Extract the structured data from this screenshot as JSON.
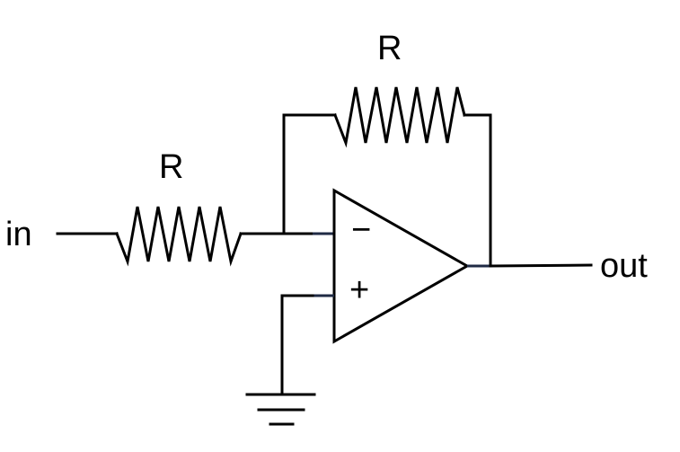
{
  "diagram": {
    "input_label": "in",
    "output_label": "out",
    "input_resistor_label": "R",
    "feedback_resistor_label": "R",
    "inverting_sign": "−",
    "noninverting_sign": "+",
    "lead_color": "#1f2a44",
    "wire_color": "#000000"
  }
}
